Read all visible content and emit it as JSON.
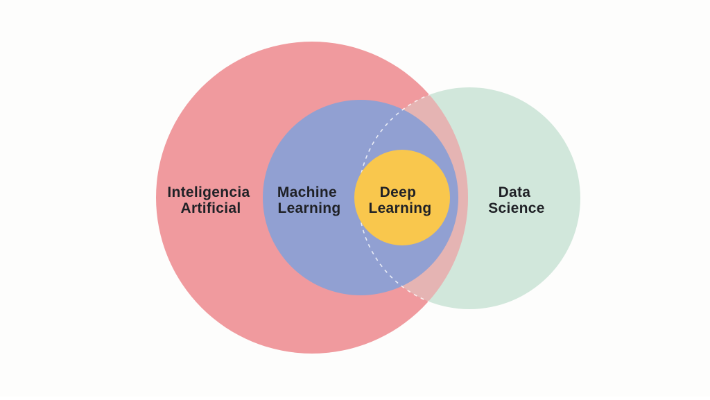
{
  "diagram": {
    "kind": "euler-venn",
    "background_color": "#fdfdfc",
    "label_color": "#1f2126",
    "dashed_outline_color": "rgba(255,255,255,0.8)",
    "sets": [
      {
        "name": "Inteligencia Artificial",
        "label_line1": "Inteligencia",
        "label_line2": "Artificial",
        "color": "#f09a9e"
      },
      {
        "name": "Machine Learning",
        "label_line1": "Machine",
        "label_line2": "Learning",
        "color": "#91a0d2"
      },
      {
        "name": "Deep Learning",
        "label_line1": "Deep",
        "label_line2": "Learning",
        "color": "#f9c74d"
      },
      {
        "name": "Data Science",
        "label_line1": "Data",
        "label_line2": "Science",
        "color": "#d1e7db"
      }
    ],
    "relationships": {
      "contains": [
        [
          "Inteligencia Artificial",
          "Machine Learning"
        ],
        [
          "Machine Learning",
          "Deep Learning"
        ]
      ],
      "overlaps": [
        [
          "Inteligencia Artificial",
          "Data Science"
        ],
        [
          "Machine Learning",
          "Data Science"
        ],
        [
          "Deep Learning",
          "Data Science"
        ]
      ],
      "hidden_boundary_dashed": "Data Science"
    }
  }
}
